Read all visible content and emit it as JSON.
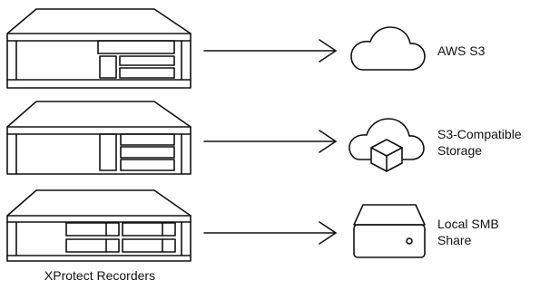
{
  "source": {
    "caption": "XProtect Recorders",
    "icon": "server-rack-icon",
    "count": 3
  },
  "destinations": [
    {
      "lines": [
        "AWS S3"
      ],
      "icon": "cloud-icon"
    },
    {
      "lines": [
        "S3-Compatible",
        "Storage"
      ],
      "icon": "cloud-box-icon"
    },
    {
      "lines": [
        "Local SMB",
        "Share"
      ],
      "icon": "local-drive-icon"
    }
  ],
  "colors": {
    "stroke": "#111111",
    "background": "#ffffff"
  }
}
